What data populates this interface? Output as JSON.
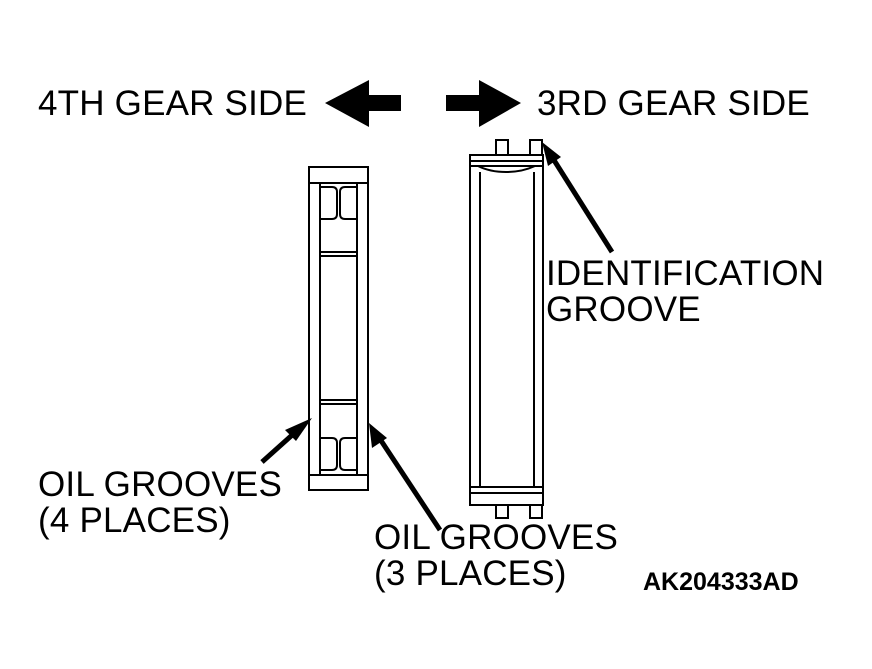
{
  "labels": {
    "fourth_gear_side": "4TH GEAR SIDE",
    "third_gear_side": "3RD GEAR SIDE",
    "identification_groove": [
      "IDENTIFICATION",
      "GROOVE"
    ],
    "oil_grooves_left": [
      "OIL GROOVES",
      "(4 PLACES)"
    ],
    "oil_grooves_right": [
      "OIL GROOVES",
      "(3 PLACES)"
    ],
    "figure_code": "AK204333AD"
  },
  "colors": {
    "ink": "#000000",
    "paper": "#ffffff"
  }
}
